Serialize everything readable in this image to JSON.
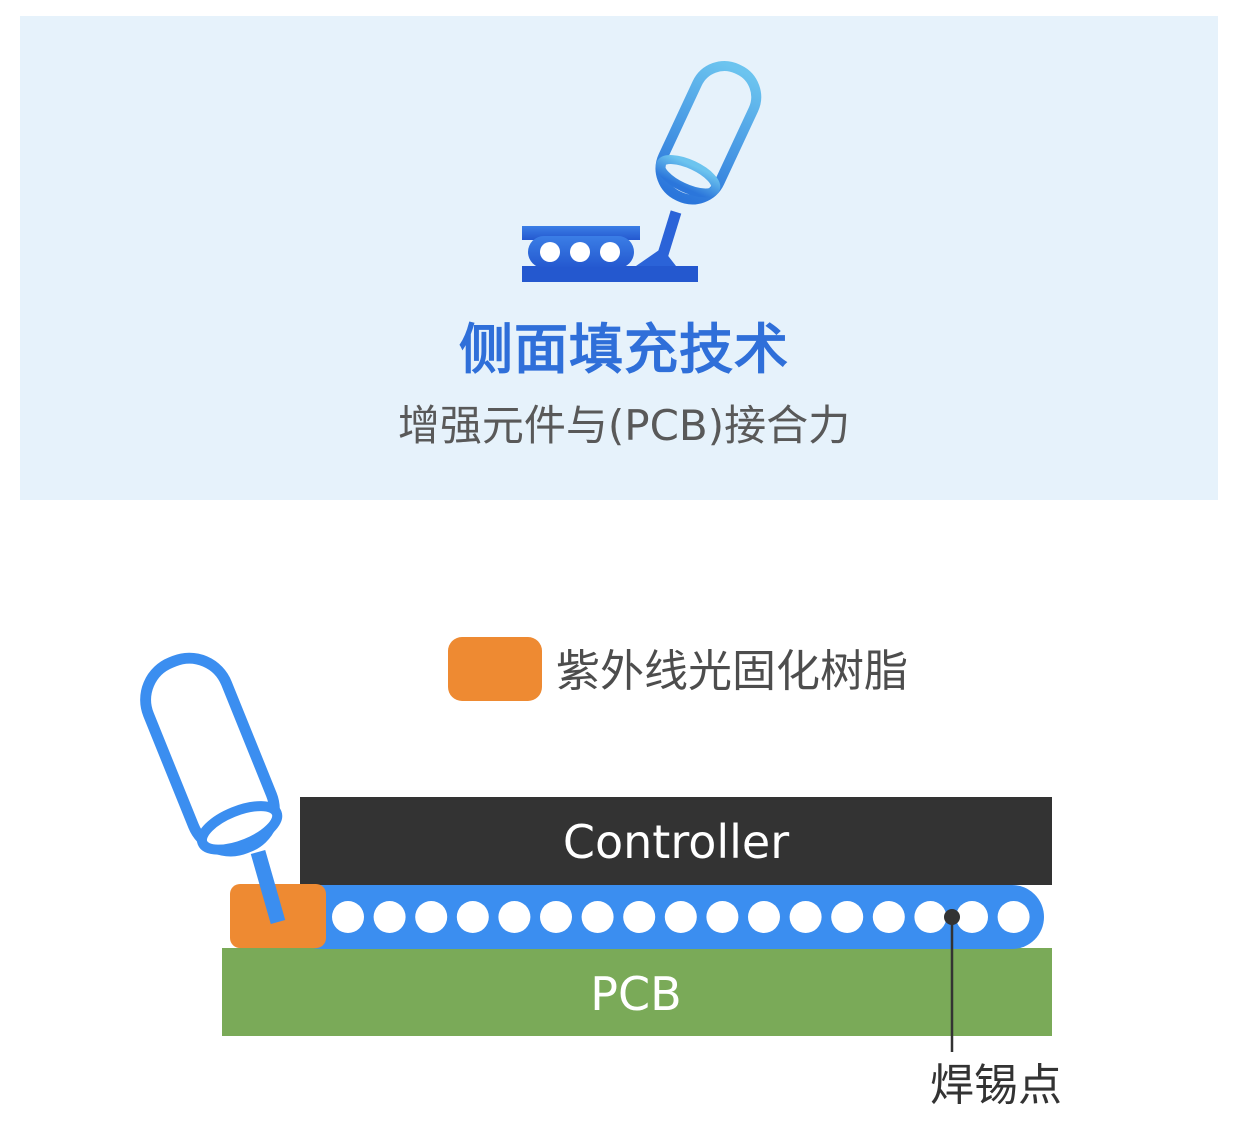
{
  "feature": {
    "title": "侧面填充技术",
    "subtitle": "增强元件与(PCB)接合力",
    "icon": "dispenser-nozzle-icon"
  },
  "diagram": {
    "legend_label": "紫外线光固化树脂",
    "controller_label": "Controller",
    "pcb_label": "PCB",
    "solder_label": "焊锡点",
    "solder_ball_count": 17
  },
  "colors": {
    "background_card": "#e6f2fb",
    "title_blue": "#2f6fd9",
    "icon_blue": "#2b63d8",
    "nozzle_blue": "#3b8ef0",
    "resin_orange": "#ee8a32",
    "controller_dark": "#333333",
    "pcb_green": "#7aaa58",
    "text_gray": "#595959"
  }
}
